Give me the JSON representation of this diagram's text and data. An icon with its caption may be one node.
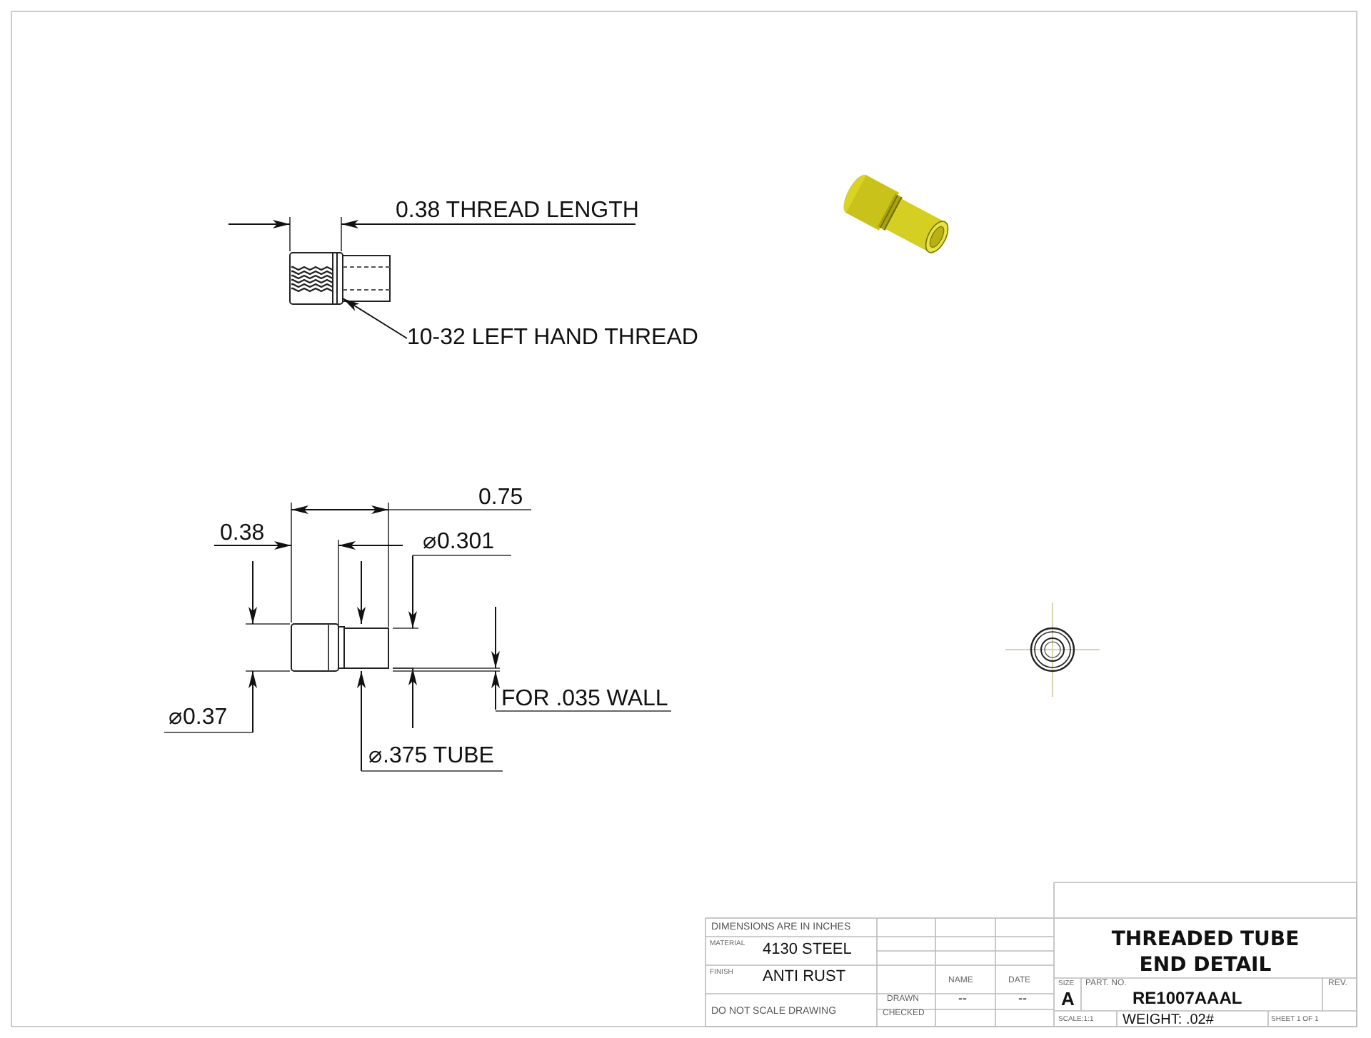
{
  "diagram": {
    "nodes": [
      {
        "text": [
          "10-32 LEFT HAND THREAD"
        ]
      },
      {
        "text": [],
        "shape": "picture"
      }
    ],
    "edges": [
      {
        "from": 0,
        "to": 1,
        "arrow": "to"
      }
    ],
    "labels": [
      "0.38 THREAD LENGTH",
      "0.75",
      "0.38",
      "⌀0.301",
      "⌀0.37",
      "FOR .035 WALL",
      "⌀.375 TUBE",
      "DIMENSIONS ARE IN INCHES",
      "MATERIAL",
      "4130 STEEL",
      "FINISH",
      "ANTI RUST",
      "NAME",
      "DATE",
      "DRAWN",
      "--",
      "--",
      "CHECKED",
      "DO NOT SCALE DRAWING",
      "THREADED TUBE END DETAIL",
      "SIZE",
      "A",
      "PART. NO.",
      "RE1007AAAL",
      "REV.",
      "SCALE:1:1",
      "WEIGHT: .02#",
      "SHEET 1 OF 1"
    ]
  }
}
